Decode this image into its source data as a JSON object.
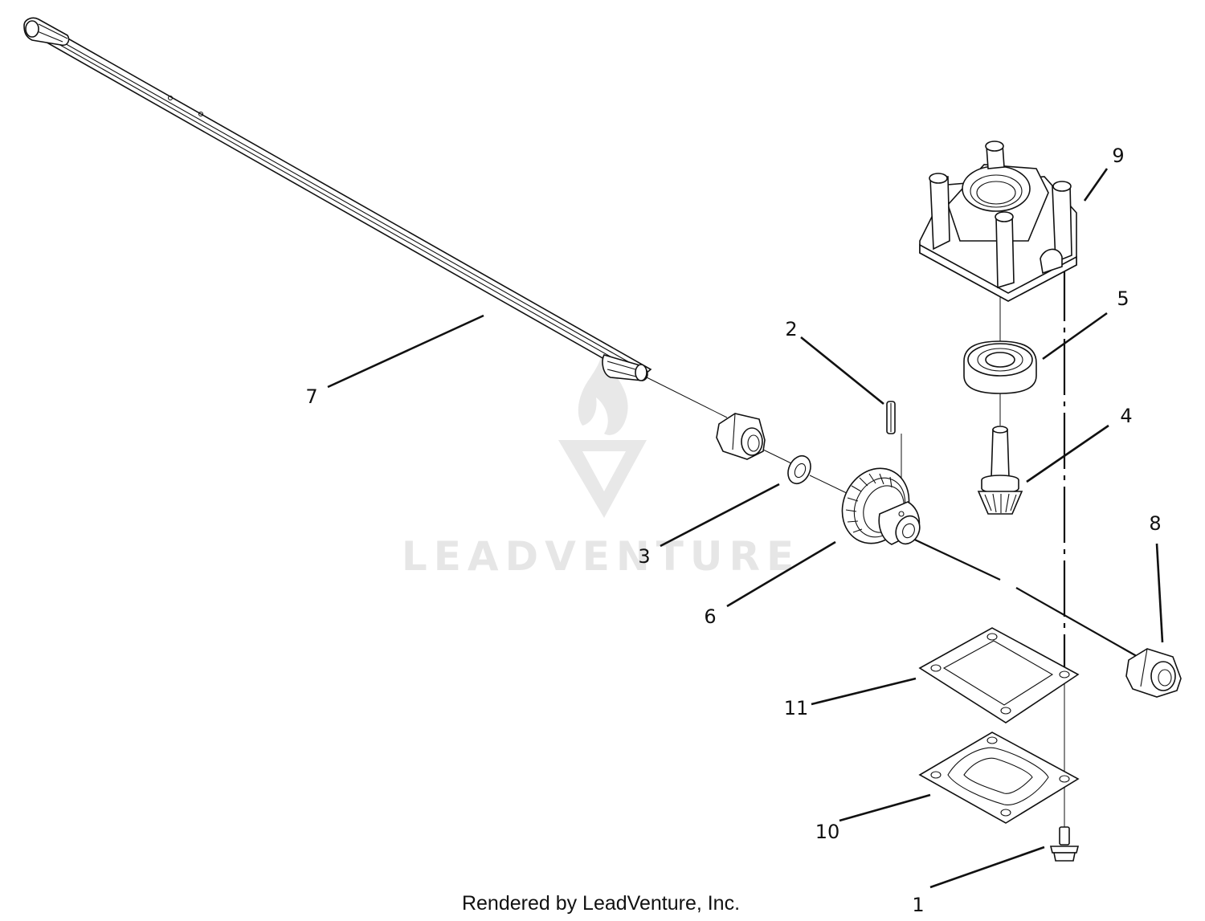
{
  "watermark": {
    "text": "LEADVENTURE",
    "color": "#e4e4e4"
  },
  "footer": {
    "credit": "Rendered by LeadVenture, Inc."
  },
  "parts": [
    {
      "number": "1",
      "name": "flange bolt"
    },
    {
      "number": "2",
      "name": "roll pin"
    },
    {
      "number": "3",
      "name": "washer"
    },
    {
      "number": "4",
      "name": "pinion gear shaft"
    },
    {
      "number": "5",
      "name": "ball bearing"
    },
    {
      "number": "6",
      "name": "bevel gear"
    },
    {
      "number": "7",
      "name": "drive shaft"
    },
    {
      "number": "8",
      "name": "bushing right"
    },
    {
      "number": "9",
      "name": "gear housing"
    },
    {
      "number": "10",
      "name": "housing cover"
    },
    {
      "number": "11",
      "name": "gasket"
    }
  ]
}
